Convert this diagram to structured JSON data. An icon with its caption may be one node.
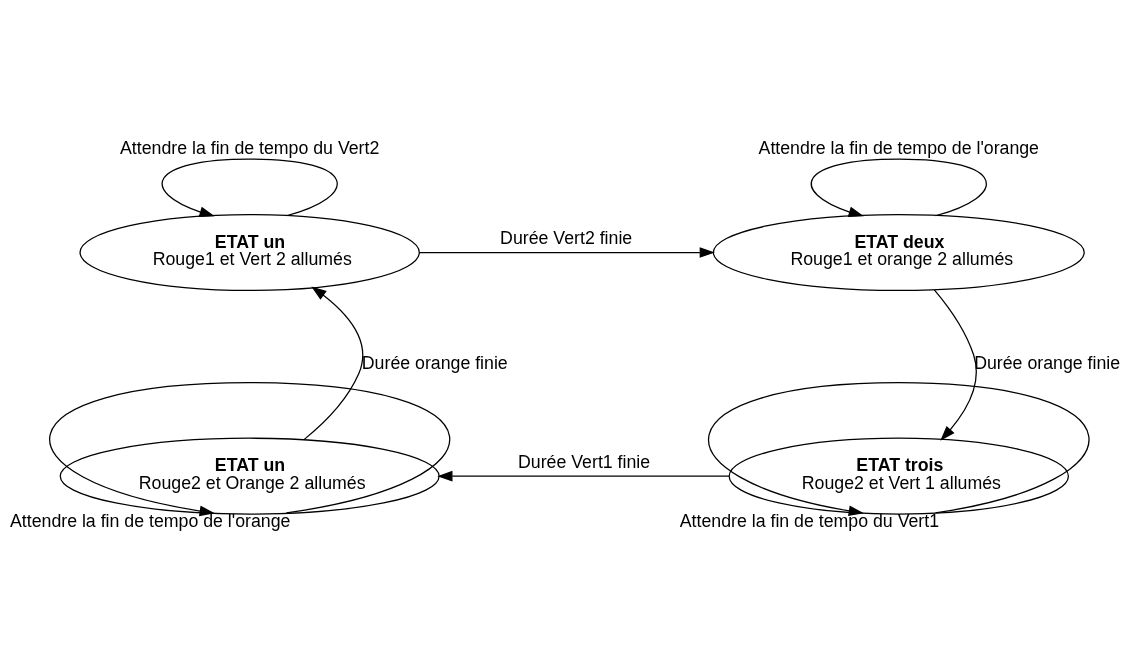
{
  "diagram": {
    "nodes": [
      {
        "text": [
          "ETAT un",
          "Rouge1 et Vert 2 allumés"
        ]
      },
      {
        "text": [
          "ETAT deux",
          "Rouge1 et orange 2 allumés"
        ]
      },
      {
        "text": [
          "ETAT un",
          "Rouge2 et Orange 2 allumés"
        ]
      },
      {
        "text": [
          "ETAT trois",
          "Rouge2 et Vert 1 allumés"
        ]
      }
    ],
    "edges": [
      {
        "from": 0,
        "to": 0,
        "arrow": "to",
        "label": "Attendre la fin de tempo du Vert2"
      },
      {
        "from": 1,
        "to": 1,
        "arrow": "to",
        "label": "Attendre la fin de tempo de l'orange"
      },
      {
        "from": 0,
        "to": 1,
        "arrow": "to",
        "label": "Durée Vert2 finie"
      },
      {
        "from": 1,
        "to": 3,
        "arrow": "to",
        "label": "Durée orange finie"
      },
      {
        "from": 2,
        "to": 0,
        "arrow": "to",
        "label": "Durée orange finie"
      },
      {
        "from": 3,
        "to": 2,
        "arrow": "to",
        "label": "Durée Vert1 finie"
      },
      {
        "from": 2,
        "to": 2,
        "arrow": "to",
        "label": "Attendre la fin de tempo de l'orange"
      },
      {
        "from": 3,
        "to": 3,
        "arrow": "to",
        "label": "Attendre la fin de tempo du Vert1"
      }
    ]
  }
}
